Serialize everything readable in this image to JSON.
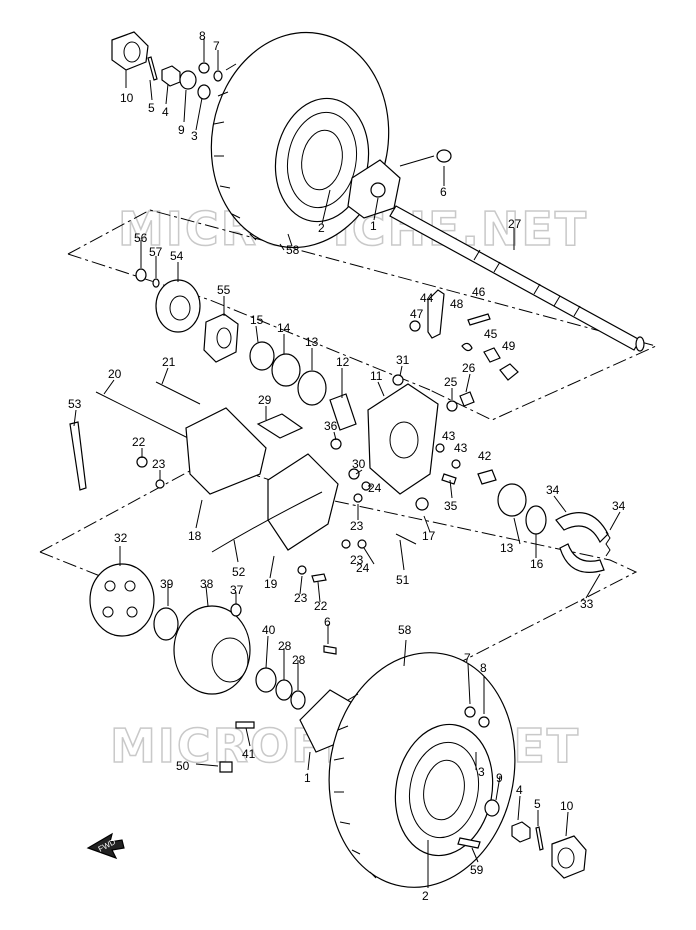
{
  "watermark": "MICROFICHE.NET",
  "fwd_label": "FWD",
  "labels": {
    "l10a": "10",
    "l5a": "5",
    "l4a": "4",
    "l8a": "8",
    "l7a": "7",
    "l9a": "9",
    "l3a": "3",
    "l6a": "6",
    "l2a": "2",
    "l1a": "1",
    "l58a": "58",
    "l27": "27",
    "l56": "56",
    "l57": "57",
    "l54": "54",
    "l55": "55",
    "l44": "44",
    "l48": "48",
    "l46": "46",
    "l47": "47",
    "l45": "45",
    "l49": "49",
    "l15": "15",
    "l14": "14",
    "l13a": "13",
    "l12": "12",
    "l31": "31",
    "l11": "11",
    "l26": "26",
    "l25": "25",
    "l21": "21",
    "l20": "20",
    "l53": "53",
    "l29": "29",
    "l36": "36",
    "l43a": "43",
    "l43b": "43",
    "l42": "42",
    "l22a": "22",
    "l23a": "23",
    "l30": "30",
    "l24a": "24",
    "l35": "35",
    "l18": "18",
    "l23b": "23",
    "l17": "17",
    "l34": "34",
    "l13b": "13",
    "l16": "16",
    "l32": "32",
    "l52": "52",
    "l19": "19",
    "l23c": "23",
    "l24b": "24",
    "l51": "51",
    "l33": "33",
    "l23d": "23",
    "l22b": "22",
    "l39": "39",
    "l38": "38",
    "l37": "37",
    "l40": "40",
    "l28a": "28",
    "l28b": "28",
    "l6b": "6",
    "l58b": "58",
    "l7b": "7",
    "l8b": "8",
    "l41": "41",
    "l50": "50",
    "l1b": "1",
    "l3b": "3",
    "l9b": "9",
    "l4b": "4",
    "l5b": "5",
    "l10b": "10",
    "l2b": "2",
    "l59": "59"
  }
}
